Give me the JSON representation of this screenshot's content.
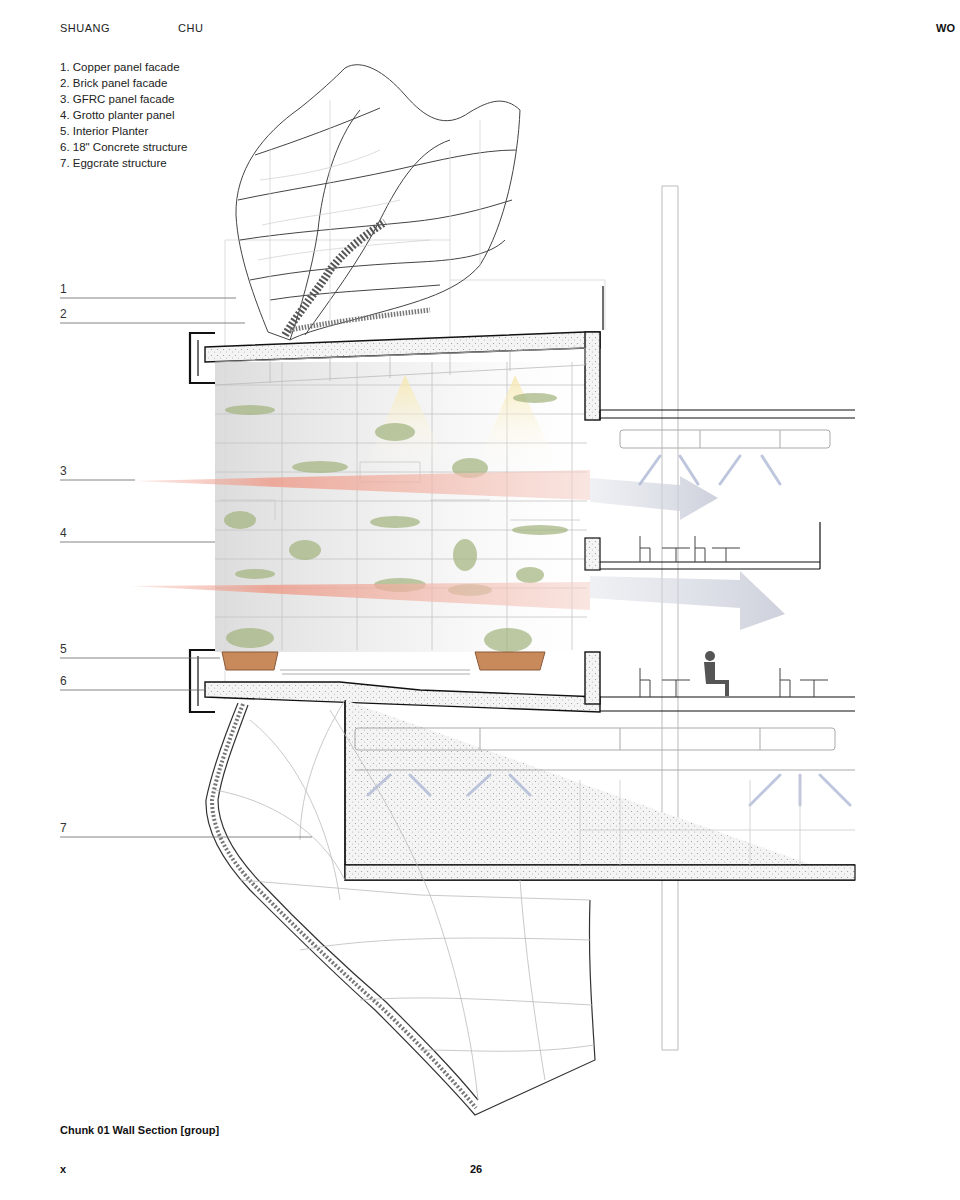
{
  "diagram": {
    "caption": "Chunk 01 Wall Section [group]",
    "labels": [
      "SHUANG",
      "CHU",
      "WO",
      "1. Copper panel facade",
      "2. Brick panel facade",
      "3. GFRC panel facade",
      "4. Grotto planter panel",
      "5. Interior Planter",
      "6. 18\" Concrete structure",
      "7. Eggcrate structure",
      "1",
      "2",
      "3",
      "4",
      "5",
      "6",
      "7",
      "x",
      "26"
    ]
  }
}
